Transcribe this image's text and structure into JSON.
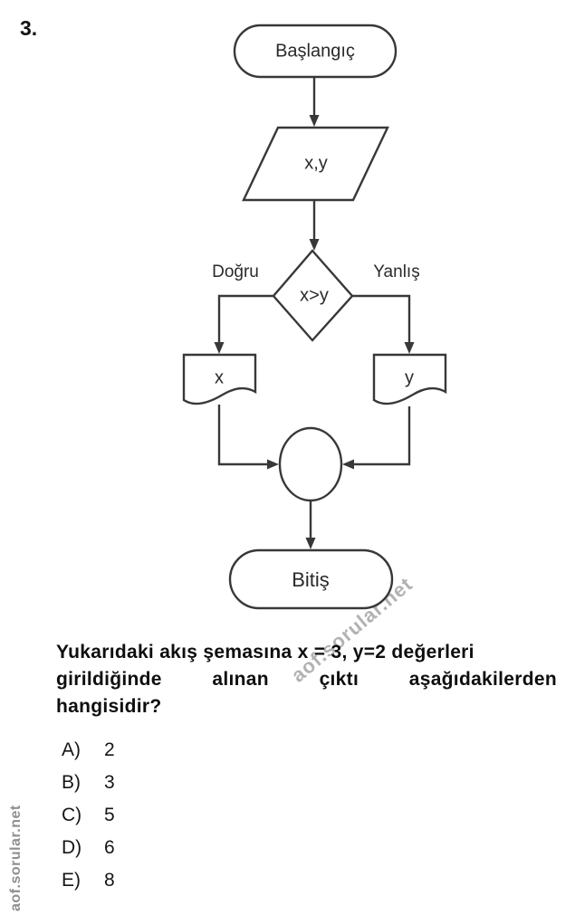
{
  "question_number": "3.",
  "flowchart": {
    "start_label": "Başlangıç",
    "input_label": "x,y",
    "decision_label": "x>y",
    "branch_true_label": "Doğru",
    "branch_false_label": "Yanlış",
    "output_true_label": "x",
    "output_false_label": "y",
    "end_label": "Bitiş"
  },
  "question": {
    "lines": [
      "Yukarıdaki akış şemasına x = 3, y=2 değerleri",
      "girildiğinde alınan çıktı aşağıdakilerden",
      "hangisidir?"
    ]
  },
  "options": [
    {
      "letter": "A)",
      "value": "2"
    },
    {
      "letter": "B)",
      "value": "3"
    },
    {
      "letter": "C)",
      "value": "5"
    },
    {
      "letter": "D)",
      "value": "6"
    },
    {
      "letter": "E)",
      "value": "8"
    }
  ],
  "watermark": {
    "diagonal": "aof.sorular.net",
    "vertical": "aof.sorular.net"
  },
  "colors": {
    "stroke": "#383838",
    "text": "#1c1c1c",
    "watermark_light": "#b2b2b2",
    "watermark_side": "#8f8f8f"
  }
}
